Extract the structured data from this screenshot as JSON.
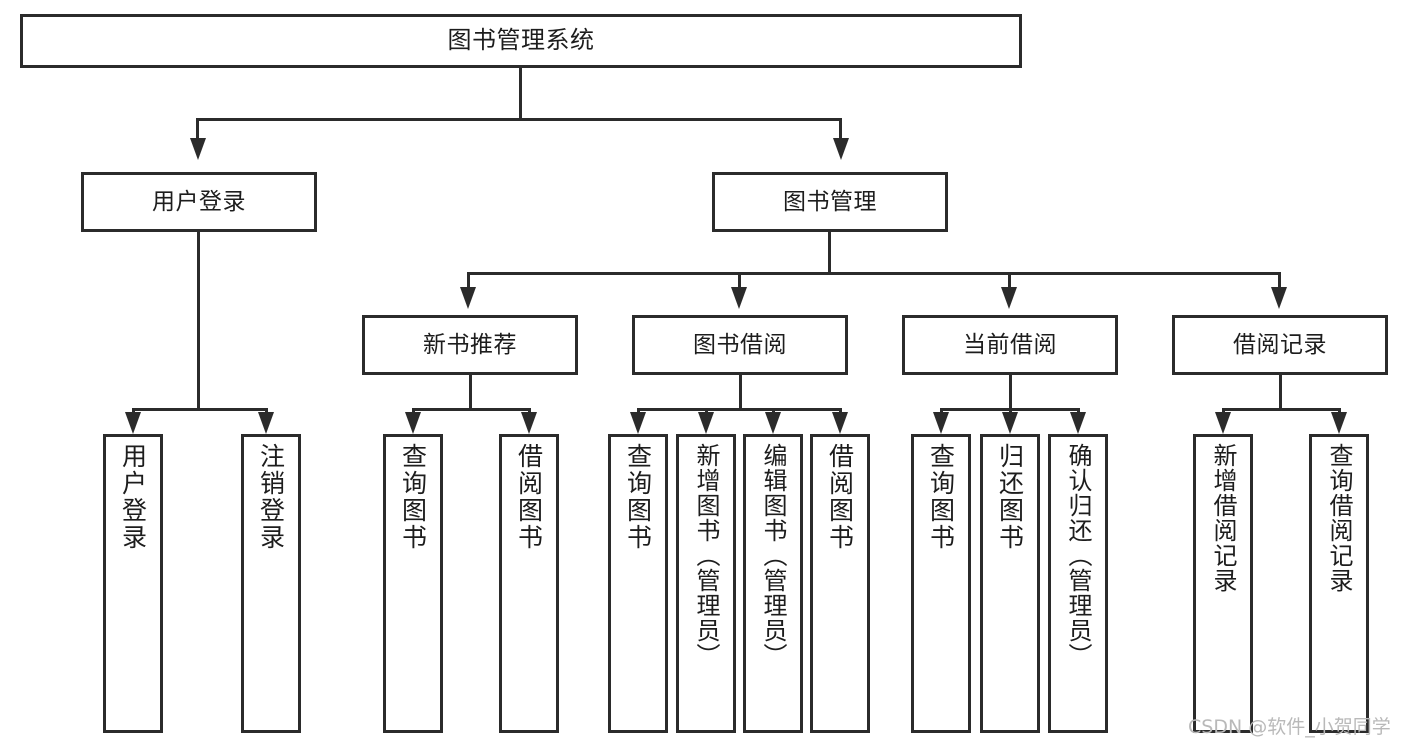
{
  "diagram": {
    "title": "图书管理系统",
    "type": "tree",
    "watermark": "CSDN @软件_小贺同学",
    "colors": {
      "stroke": "#2b2b2b",
      "fill": "#ffffff",
      "text": "#1d1d1d",
      "watermark": "#b9b9b9"
    },
    "nodes": {
      "root": {
        "label": "图书管理系统"
      },
      "level1": [
        {
          "label": "用户登录"
        },
        {
          "label": "图书管理"
        }
      ],
      "level2": [
        {
          "label": "新书推荐"
        },
        {
          "label": "图书借阅"
        },
        {
          "label": "当前借阅"
        },
        {
          "label": "借阅记录"
        }
      ],
      "leaves": {
        "user_login": [
          {
            "label": "用户登录"
          },
          {
            "label": "注销登录"
          }
        ],
        "new_book": [
          {
            "label": "查询图书"
          },
          {
            "label": "借阅图书"
          }
        ],
        "borrow_book": [
          {
            "label": "查询图书"
          },
          {
            "label": "新增图书（管理员）"
          },
          {
            "label": "编辑图书（管理员）"
          },
          {
            "label": "借阅图书"
          }
        ],
        "current_borrow": [
          {
            "label": "查询图书"
          },
          {
            "label": "归还图书"
          },
          {
            "label": "确认归还（管理员）"
          }
        ],
        "borrow_record": [
          {
            "label": "新增借阅记录"
          },
          {
            "label": "查询借阅记录"
          }
        ]
      }
    }
  }
}
